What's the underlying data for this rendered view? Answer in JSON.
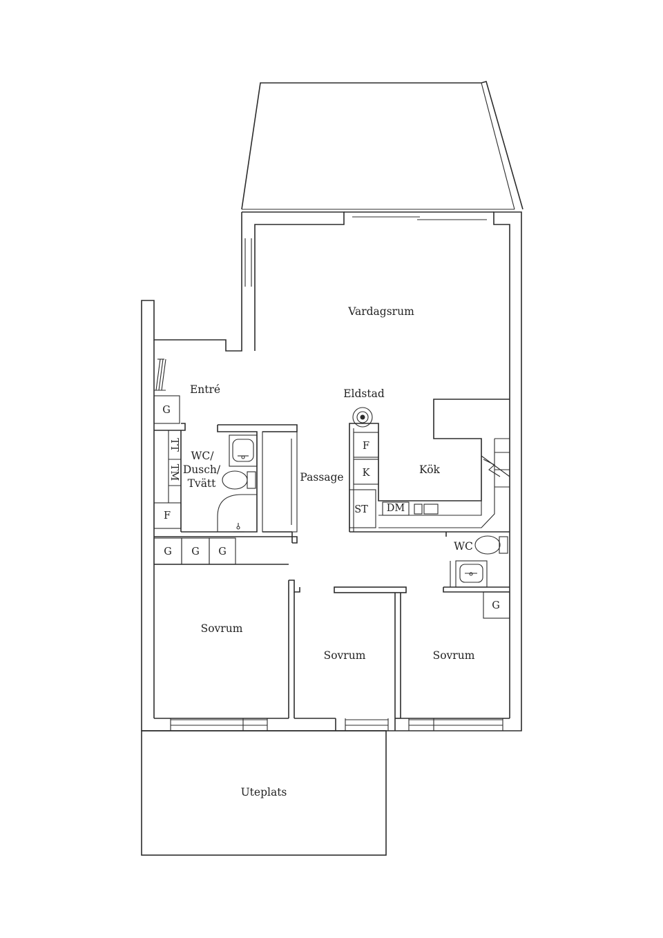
{
  "rooms": {
    "living": "Vardagsrum",
    "entry": "Entré",
    "fireplace": "Eldstad",
    "bath_line1": "WC/",
    "bath_line2": "Dusch/",
    "bath_line3": "Tvätt",
    "passage": "Passage",
    "kitchen": "Kök",
    "wc": "WC",
    "bedroom": "Sovrum",
    "patio": "Uteplats"
  },
  "fixtures": {
    "wardrobe": "G",
    "dryer": "TT",
    "washer": "TM",
    "freezer": "F",
    "fridge": "K",
    "storage": "ST",
    "dishwasher": "DM"
  }
}
